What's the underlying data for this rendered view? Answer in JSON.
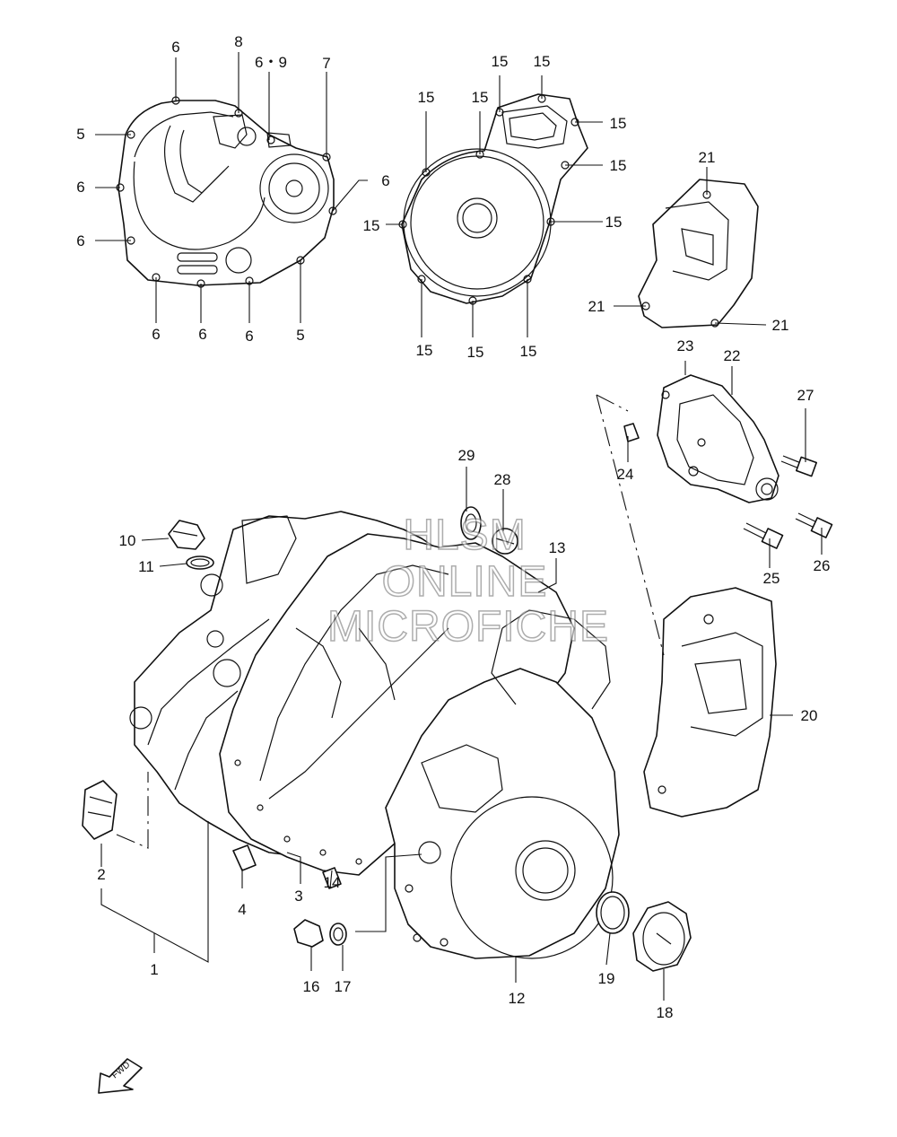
{
  "diagram": {
    "callouts": [
      {
        "id": "c6a",
        "text": "6"
      },
      {
        "id": "c8",
        "text": "8"
      },
      {
        "id": "c69",
        "text": "6・9"
      },
      {
        "id": "c7",
        "text": "7"
      },
      {
        "id": "c5a",
        "text": "5"
      },
      {
        "id": "c6b",
        "text": "6"
      },
      {
        "id": "c6c",
        "text": "6"
      },
      {
        "id": "c6d",
        "text": "6"
      },
      {
        "id": "c6e",
        "text": "6"
      },
      {
        "id": "c6f",
        "text": "6"
      },
      {
        "id": "c6g",
        "text": "6"
      },
      {
        "id": "c5b",
        "text": "5"
      },
      {
        "id": "c15a",
        "text": "15"
      },
      {
        "id": "c15b",
        "text": "15"
      },
      {
        "id": "c15c",
        "text": "15"
      },
      {
        "id": "c15d",
        "text": "15"
      },
      {
        "id": "c15e",
        "text": "15"
      },
      {
        "id": "c15f",
        "text": "15"
      },
      {
        "id": "c15g",
        "text": "15"
      },
      {
        "id": "c15h",
        "text": "15"
      },
      {
        "id": "c15i",
        "text": "15"
      },
      {
        "id": "c15j",
        "text": "15"
      },
      {
        "id": "c15k",
        "text": "15"
      },
      {
        "id": "c21a",
        "text": "21"
      },
      {
        "id": "c21b",
        "text": "21"
      },
      {
        "id": "c21c",
        "text": "21"
      },
      {
        "id": "c23",
        "text": "23"
      },
      {
        "id": "c22",
        "text": "22"
      },
      {
        "id": "c27",
        "text": "27"
      },
      {
        "id": "c24",
        "text": "24"
      },
      {
        "id": "c25",
        "text": "25"
      },
      {
        "id": "c26",
        "text": "26"
      },
      {
        "id": "c29",
        "text": "29"
      },
      {
        "id": "c28",
        "text": "28"
      },
      {
        "id": "c13",
        "text": "13"
      },
      {
        "id": "c10",
        "text": "10"
      },
      {
        "id": "c11",
        "text": "11"
      },
      {
        "id": "c20",
        "text": "20"
      },
      {
        "id": "c2",
        "text": "2"
      },
      {
        "id": "c3",
        "text": "3"
      },
      {
        "id": "c4",
        "text": "4"
      },
      {
        "id": "c14",
        "text": "14"
      },
      {
        "id": "c1",
        "text": "1"
      },
      {
        "id": "c16",
        "text": "16"
      },
      {
        "id": "c17",
        "text": "17"
      },
      {
        "id": "c12",
        "text": "12"
      },
      {
        "id": "c19",
        "text": "19"
      },
      {
        "id": "c18",
        "text": "18"
      }
    ],
    "watermark": [
      "HLSM",
      "ONLINE",
      "MICROFICHE"
    ],
    "fwd_label": "FWD"
  }
}
